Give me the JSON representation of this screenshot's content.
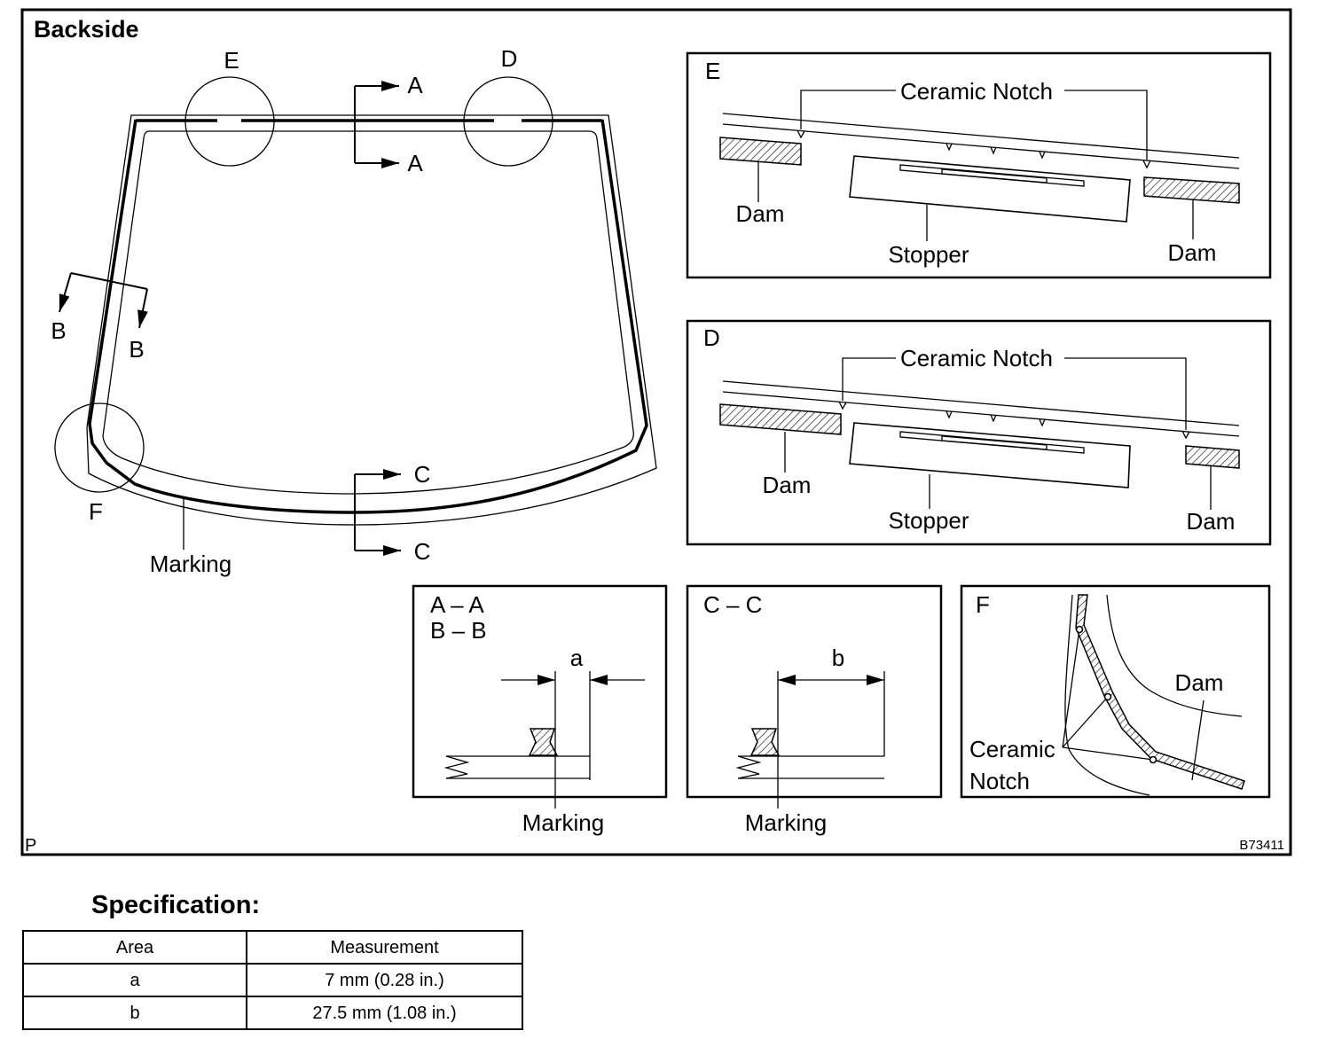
{
  "figure": {
    "title": "Backside",
    "corner_mark": "P",
    "figure_code": "B73411",
    "overview": {
      "callouts": {
        "e": "E",
        "d": "D",
        "f": "F"
      },
      "sections": {
        "a_top": "A",
        "a_bottom": "A",
        "b_left": "B",
        "b_right": "B",
        "c_top": "C",
        "c_bottom": "C"
      },
      "marking_label": "Marking"
    },
    "detail_e": {
      "label": "E",
      "ceramic_notch": "Ceramic Notch",
      "dam_left": "Dam",
      "stopper": "Stopper",
      "dam_right": "Dam"
    },
    "detail_d": {
      "label": "D",
      "ceramic_notch": "Ceramic Notch",
      "dam_left": "Dam",
      "stopper": "Stopper",
      "dam_right": "Dam"
    },
    "section_ab": {
      "title_a": "A – A",
      "title_b": "B – B",
      "dimension": "a",
      "marking_label": "Marking"
    },
    "section_cc": {
      "title": "C – C",
      "dimension": "b",
      "marking_label": "Marking"
    },
    "detail_f": {
      "label": "F",
      "dam": "Dam",
      "ceramic": "Ceramic",
      "notch": "Notch"
    }
  },
  "specification": {
    "title": "Specification:",
    "headers": {
      "area": "Area",
      "measurement": "Measurement"
    },
    "rows": [
      {
        "area": "a",
        "measurement": "7 mm (0.28 in.)"
      },
      {
        "area": "b",
        "measurement": "27.5 mm (1.08 in.)"
      }
    ]
  }
}
